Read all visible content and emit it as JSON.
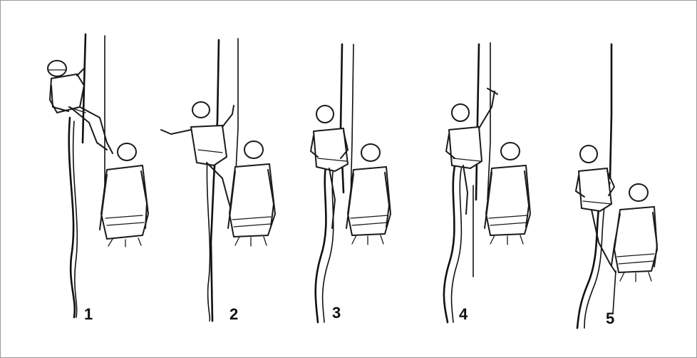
{
  "steps": [
    {
      "label": "1"
    },
    {
      "label": "2"
    },
    {
      "label": "3"
    },
    {
      "label": "4"
    },
    {
      "label": "5"
    }
  ],
  "colors": {
    "ink": "#1a1a1a",
    "background": "#ffffff",
    "frame": "#9a9a9a"
  }
}
